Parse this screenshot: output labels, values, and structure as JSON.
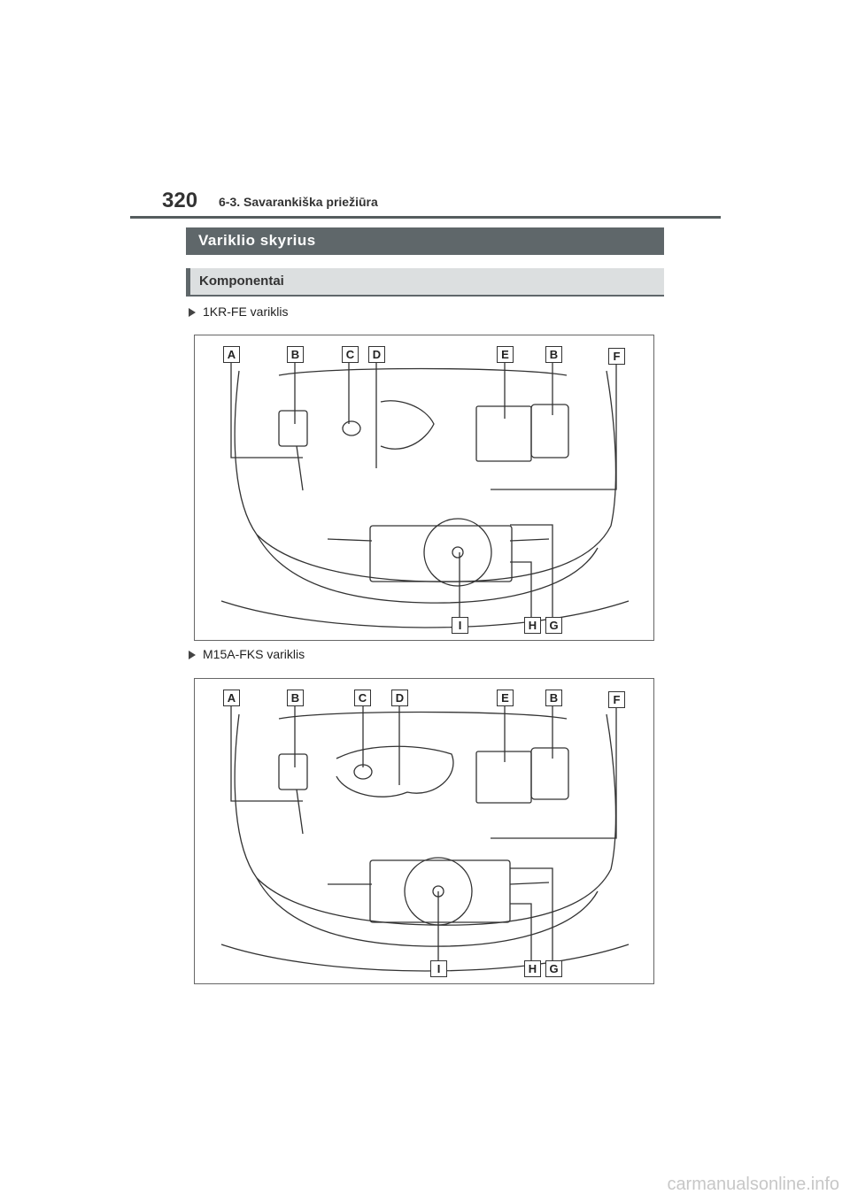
{
  "header": {
    "page_number": "320",
    "section": "6-3. Savarankiška priežiūra"
  },
  "main_heading": "Variklio skyrius",
  "sub_heading": "Komponentai",
  "figures": [
    {
      "caption": "1KR-FE variklis",
      "labels": {
        "A": "A",
        "B": "B",
        "C": "C",
        "D": "D",
        "E": "E",
        "B2": "B",
        "F": "F",
        "I": "I",
        "H": "H",
        "G": "G"
      }
    },
    {
      "caption": "M15A-FKS variklis",
      "labels": {
        "A": "A",
        "B": "B",
        "C": "C",
        "D": "D",
        "E": "E",
        "B2": "B",
        "F": "F",
        "I": "I",
        "H": "H",
        "G": "G"
      }
    }
  ],
  "watermark": "carmanualsonline.info"
}
